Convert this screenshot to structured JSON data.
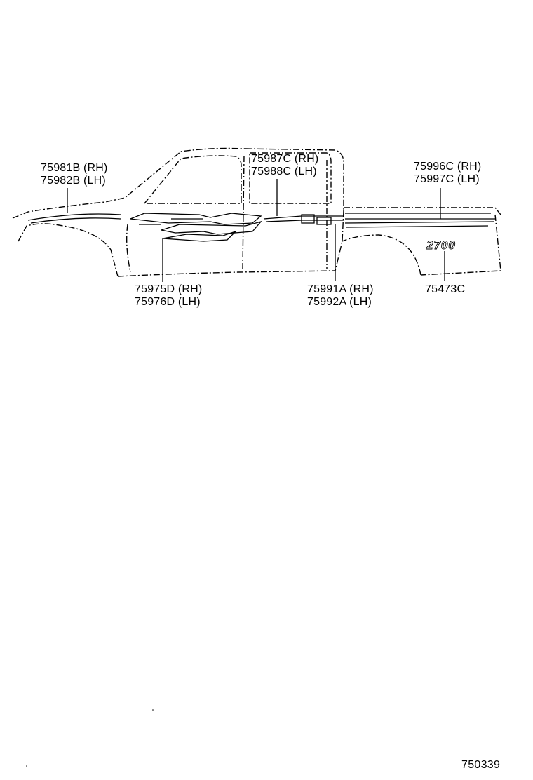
{
  "callouts": {
    "fender_stripe": {
      "rh": "75981B (RH)",
      "lh": "75982B (LH)"
    },
    "door_stripe": {
      "rh": "75987C (RH)",
      "lh": "75988C (LH)"
    },
    "bed_stripe": {
      "rh": "75996C (RH)",
      "lh": "75997C (LH)"
    },
    "front_graphic": {
      "rh": "75975D (RH)",
      "lh": "75976D (LH)"
    },
    "rear_door_stripe": {
      "rh": "75991A (RH)",
      "lh": "75992A (LH)"
    },
    "emblem": {
      "code": "75473C"
    }
  },
  "emblem_text": "2700",
  "drawing_number": "750339"
}
